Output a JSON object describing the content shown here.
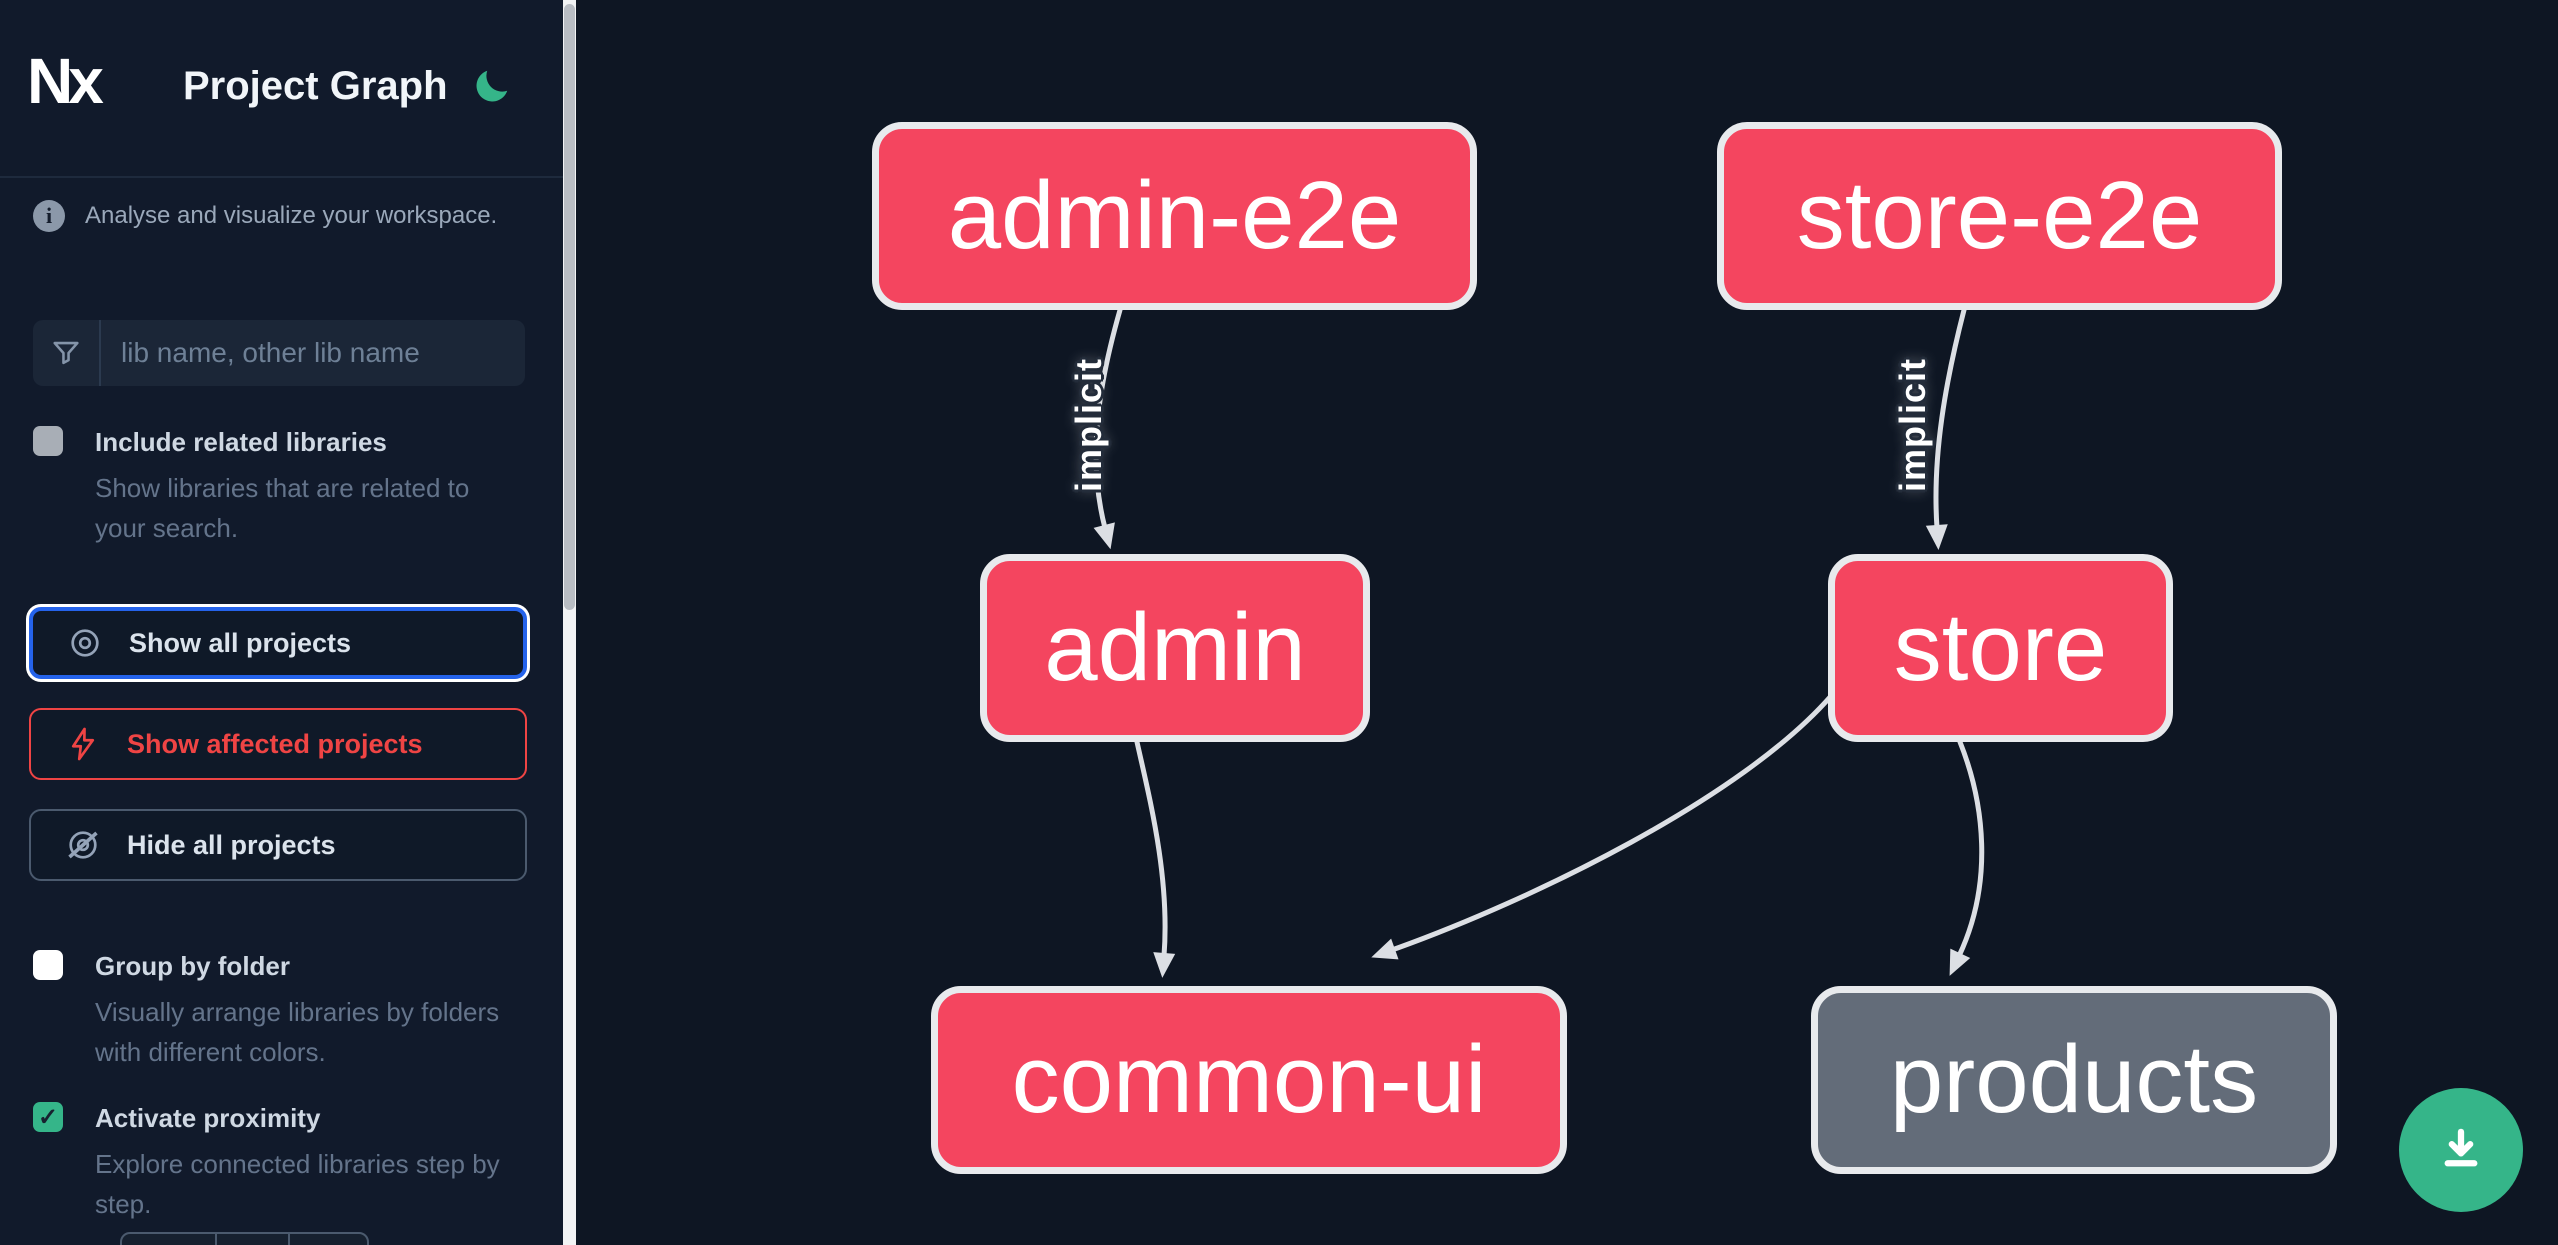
{
  "header": {
    "title": "Project Graph",
    "logo": "Nx",
    "theme_toggle_icon": "moon"
  },
  "sidebar": {
    "tagline": "Analyse and visualize your workspace.",
    "search": {
      "placeholder": "lib name, other lib name",
      "value": ""
    },
    "toggles": [
      {
        "label": "Include related libraries",
        "description": "Show libraries that are related to your search.",
        "checked": false
      },
      {
        "label": "Group by folder",
        "description": "Visually arrange libraries by folders with different colors.",
        "checked": false
      },
      {
        "label": "Activate proximity",
        "description": "Explore connected libraries step by step.",
        "checked": true
      }
    ],
    "buttons": [
      {
        "label": "Show all projects",
        "icon": "eye",
        "state": "focused"
      },
      {
        "label": "Show affected projects",
        "icon": "bolt",
        "state": "affected"
      },
      {
        "label": "Hide all projects",
        "icon": "eye-off",
        "state": "default"
      }
    ],
    "check_glyph": "✓"
  },
  "graph": {
    "nodes": [
      {
        "id": "admin-e2e",
        "label": "admin-e2e",
        "style": "pink"
      },
      {
        "id": "store-e2e",
        "label": "store-e2e",
        "style": "pink"
      },
      {
        "id": "admin",
        "label": "admin",
        "style": "pink"
      },
      {
        "id": "store",
        "label": "store",
        "style": "pink"
      },
      {
        "id": "common-ui",
        "label": "common-ui",
        "style": "pink"
      },
      {
        "id": "products",
        "label": "products",
        "style": "gray"
      }
    ],
    "edges": [
      {
        "from": "admin-e2e",
        "to": "admin",
        "label": "implicit"
      },
      {
        "from": "store-e2e",
        "to": "store",
        "label": "implicit"
      },
      {
        "from": "admin",
        "to": "common-ui",
        "label": ""
      },
      {
        "from": "store",
        "to": "common-ui",
        "label": ""
      },
      {
        "from": "store",
        "to": "products",
        "label": ""
      }
    ]
  },
  "fab": {
    "icon": "download"
  },
  "colors": {
    "accent_green": "#35b589",
    "node_pink": "#f4455f",
    "node_gray": "#636c79",
    "affected_red": "#ef4444",
    "focus_blue": "#2563eb",
    "edge_gray": "#dcdfe4"
  }
}
